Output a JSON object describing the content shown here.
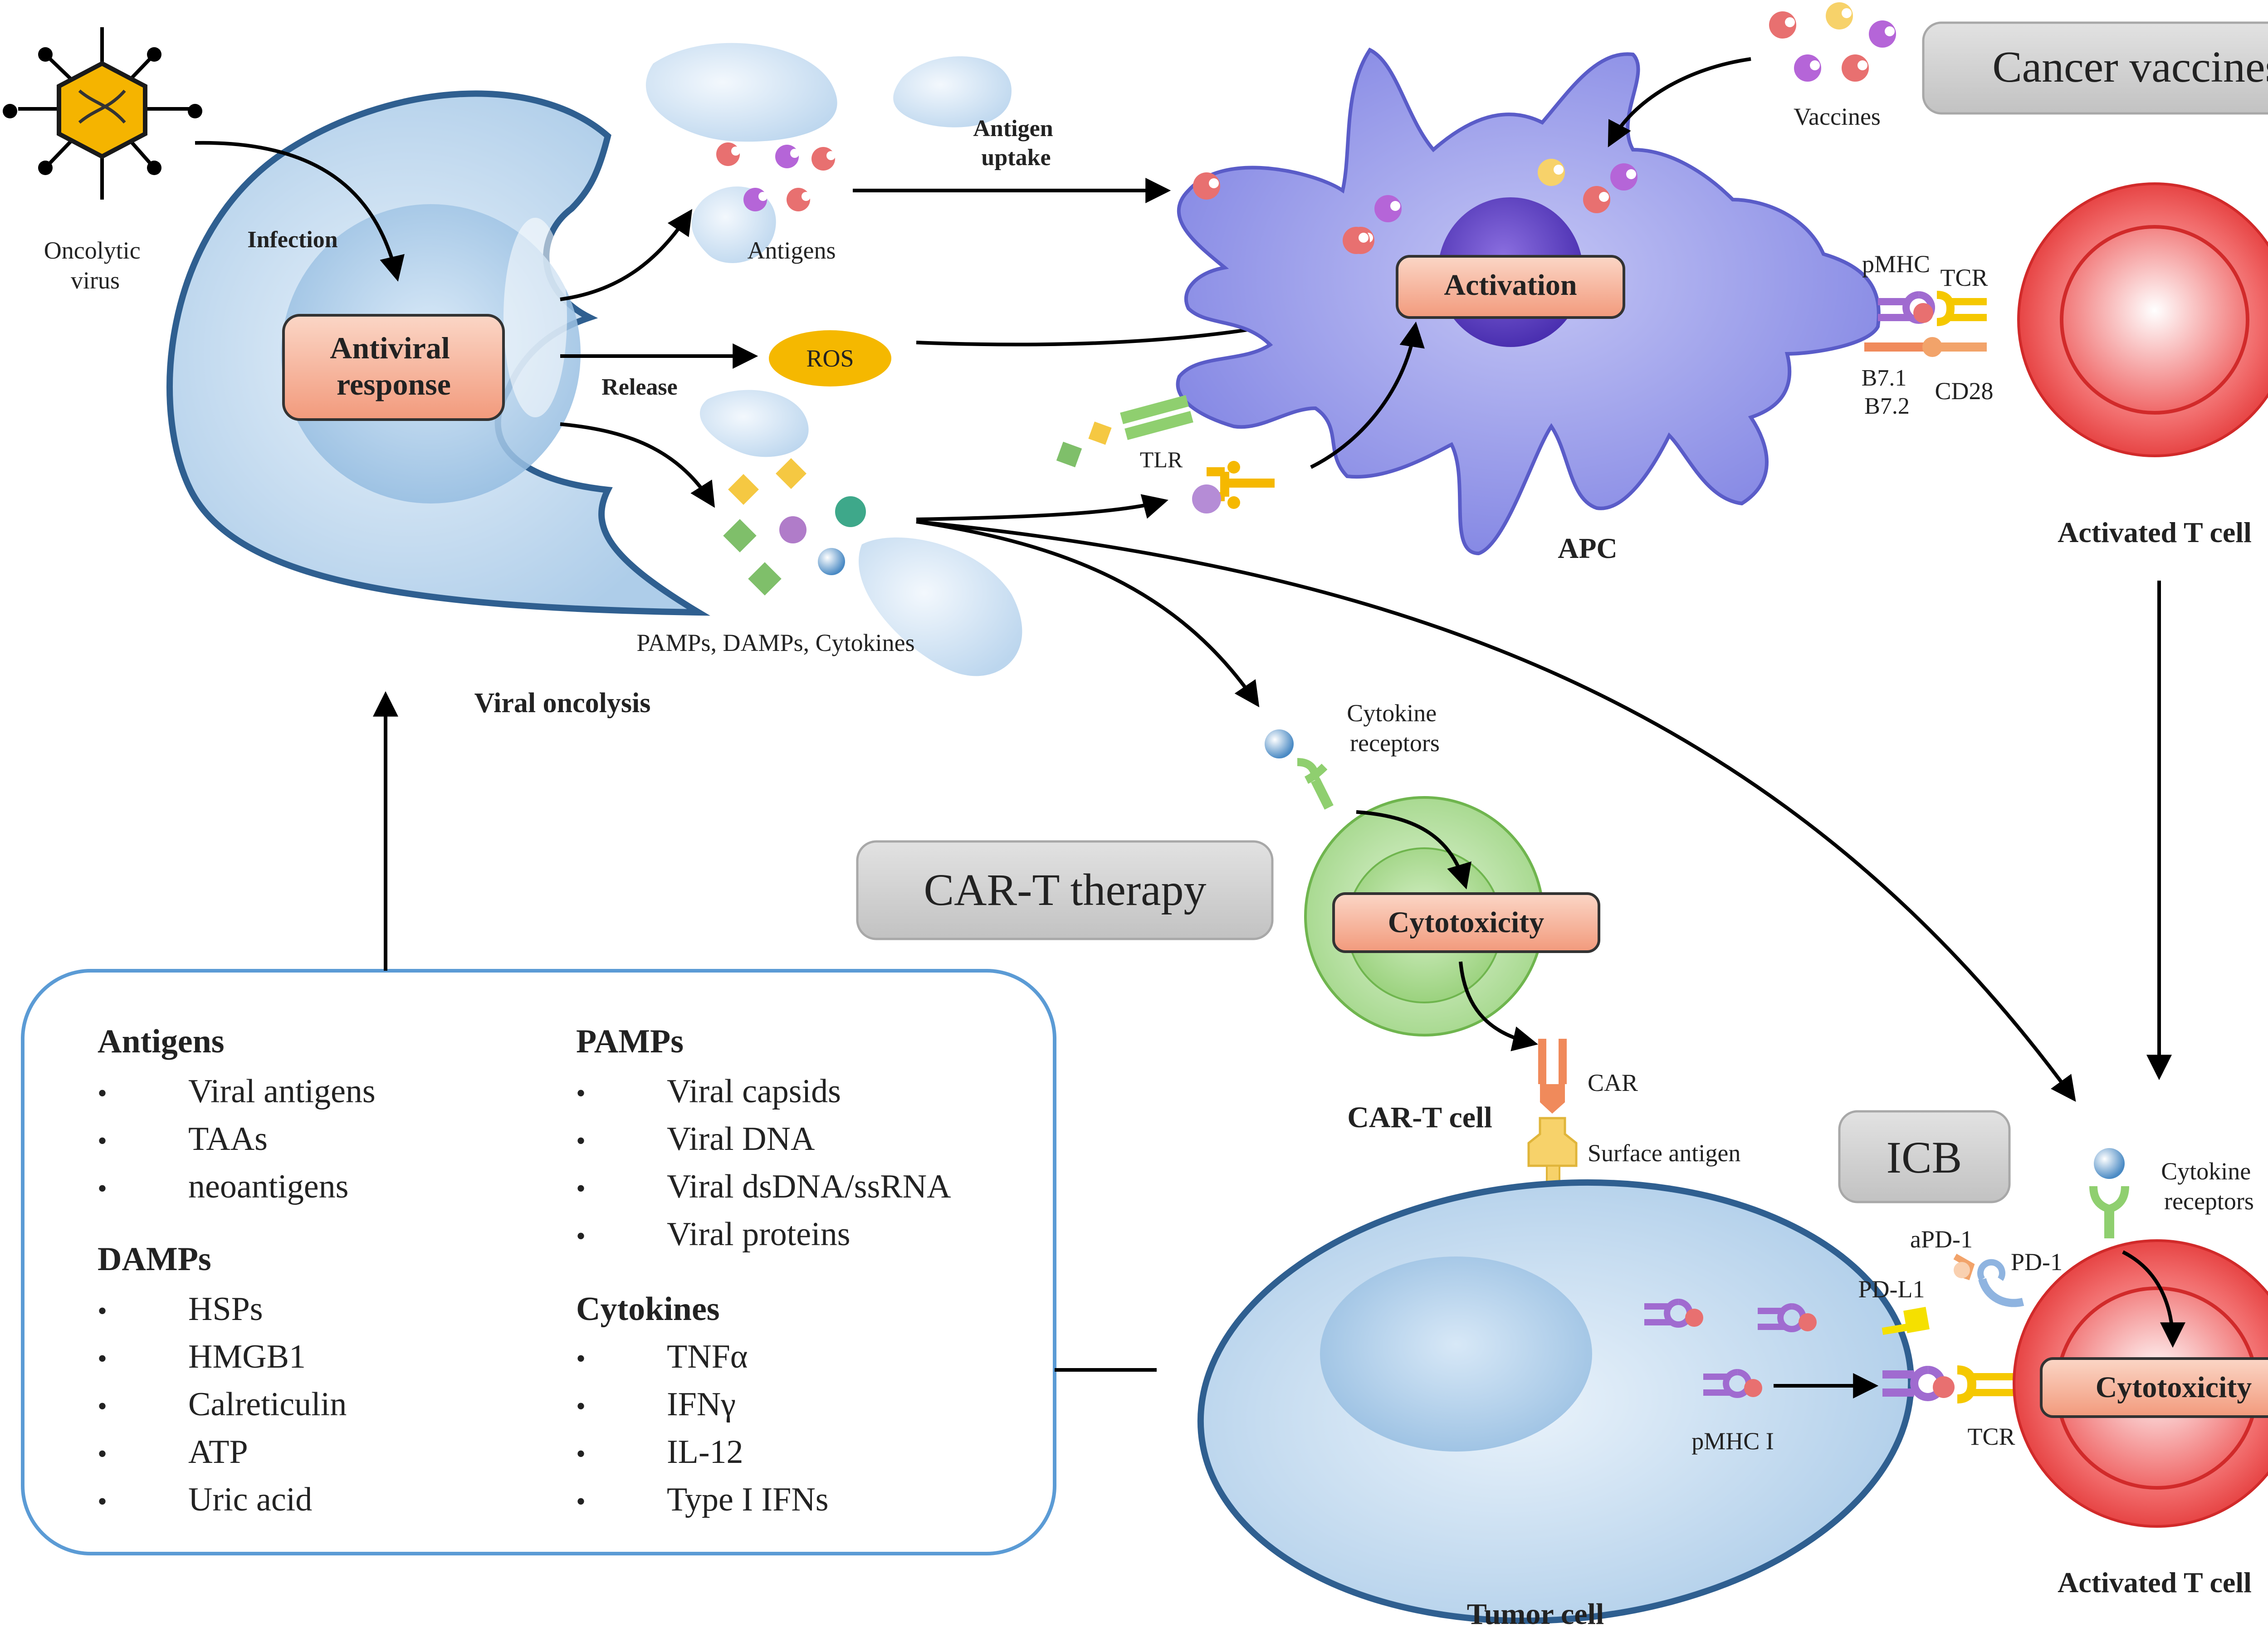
{
  "colors": {
    "tumor_blue": "#b9d5ee",
    "tumor_outline": "#2f5f90",
    "apc_purple": "#8f92e8",
    "apc_nucleus": "#5a41c4",
    "tcell_red": "#e63a3a",
    "cart_green": "#a6d98c",
    "box_orange": "#f4a288",
    "ros_yellow": "#f5b800",
    "grey_box": "#cfcfcf",
    "panel_outline": "#5b9bd5"
  },
  "labels": {
    "oncolytic_virus": [
      "Oncolytic",
      "virus"
    ],
    "infection": "Infection",
    "antiviral_response": [
      "Antiviral",
      "response"
    ],
    "antigens": "Antigens",
    "antigen_uptake": [
      "Antigen",
      "uptake"
    ],
    "release": "Release",
    "ros": "ROS",
    "pamps_damps_cytokines": "PAMPs, DAMPs, Cytokines",
    "viral_oncolysis": "Viral oncolysis",
    "tlr": "TLR",
    "activation": "Activation",
    "apc": "APC",
    "vaccines": "Vaccines",
    "cancer_vaccines": "Cancer vaccines",
    "pmhc": "pMHC",
    "tcr_top": "TCR",
    "b7": [
      "B7.1",
      "B7.2"
    ],
    "cd28": "CD28",
    "activated_t_cell_top": "Activated T cell",
    "cytokine_receptors_cart": [
      "Cytokine",
      "receptors"
    ],
    "car_t_therapy": "CAR-T therapy",
    "cytotoxicity_cart": "Cytotoxicity",
    "car_t_cell": "CAR-T cell",
    "car": "CAR",
    "surface_antigen": "Surface antigen",
    "icb": "ICB",
    "cytokine_receptors_t": [
      "Cytokine",
      "receptors"
    ],
    "apd1": "aPD-1",
    "pd1": "PD-1",
    "pdl1": "PD-L1",
    "pmhc_i": "pMHC I",
    "tcr_bottom": "TCR",
    "cytotoxicity_t": "Cytotoxicity",
    "activated_t_cell_bottom": "Activated T cell",
    "tumor_cell": "Tumor cell"
  },
  "legend_panel": {
    "sections_left": [
      {
        "title": "Antigens",
        "items": [
          "Viral antigens",
          "TAAs",
          "neoantigens"
        ]
      },
      {
        "title": "DAMPs",
        "items": [
          "HSPs",
          "HMGB1",
          "Calreticulin",
          "ATP",
          "Uric acid"
        ]
      }
    ],
    "sections_right": [
      {
        "title": "PAMPs",
        "items": [
          "Viral capsids",
          "Viral DNA",
          "Viral dsDNA/ssRNA",
          "Viral proteins"
        ]
      },
      {
        "title": "Cytokines",
        "items": [
          "TNFα",
          "IFNγ",
          "IL-12",
          "Type I IFNs"
        ]
      }
    ],
    "bullet": "•"
  }
}
